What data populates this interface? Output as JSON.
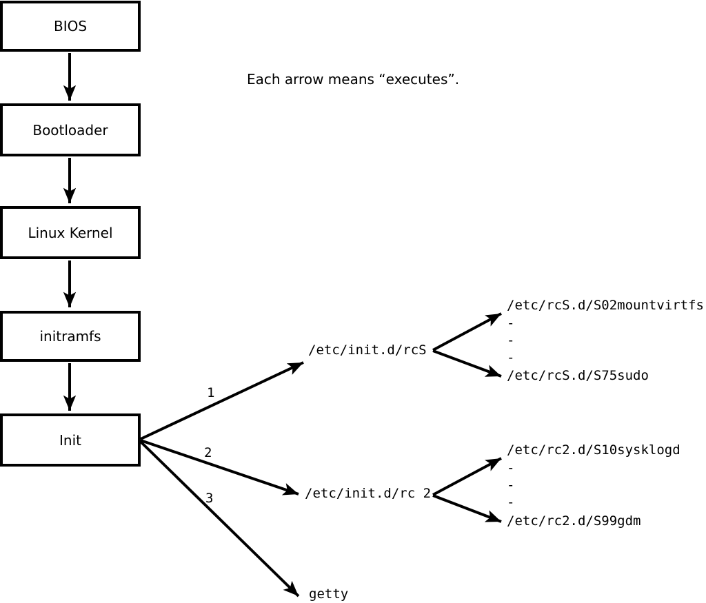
{
  "note": "Each arrow means “executes”.",
  "boxes": [
    {
      "label": "BIOS"
    },
    {
      "label": "Bootloader"
    },
    {
      "label": "Linux Kernel"
    },
    {
      "label": "initramfs"
    },
    {
      "label": "Init"
    }
  ],
  "branches": [
    {
      "number": "1",
      "target": "/etc/init.d/rcS"
    },
    {
      "number": "2",
      "target": "/etc/init.d/rc 2"
    },
    {
      "number": "3",
      "target": "getty"
    }
  ],
  "scripts": {
    "rcS": [
      "/etc/rcS.d/S02mountvirtfs",
      "-",
      "-",
      "-",
      "/etc/rcS.d/S75sudo"
    ],
    "rc2": [
      "/etc/rc2.d/S10sysklogd",
      "-",
      "-",
      "-",
      "/etc/rc2.d/S99gdm"
    ]
  },
  "colors": {
    "line": "#000000",
    "background": "#ffffff"
  }
}
